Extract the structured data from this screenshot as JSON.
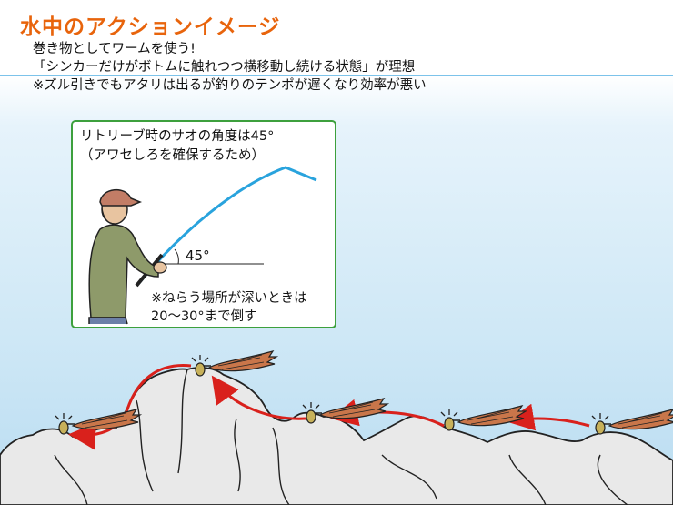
{
  "title": "水中のアクションイメージ",
  "description_lines": [
    "巻き物としてワームを使う!",
    "「シンカーだけがボトムに触れつつ横移動し続ける状態」が理想",
    "※ズル引きでもアタリは出るが釣りのテンポが遅くなり効率が悪い"
  ],
  "inset": {
    "heading_lines": [
      "リトリーブ時のサオの角度は45°",
      "（アワセしろを確保するため）"
    ],
    "angle_label": "45°",
    "note_lines": [
      "※ねらう場所が深いときは",
      "20〜30°まで倒す"
    ]
  },
  "colors": {
    "title": "#e8640c",
    "inset_border": "#3da03d",
    "rod": "#29a3dd",
    "arrow": "#d9211c",
    "rock": "#e9e9e9",
    "water": "#cfe8f6"
  },
  "icons": [
    "angler-figure",
    "fishing-rod",
    "rock-bottom",
    "worm-lure",
    "sinker",
    "motion-arrow",
    "vibration-marks"
  ]
}
